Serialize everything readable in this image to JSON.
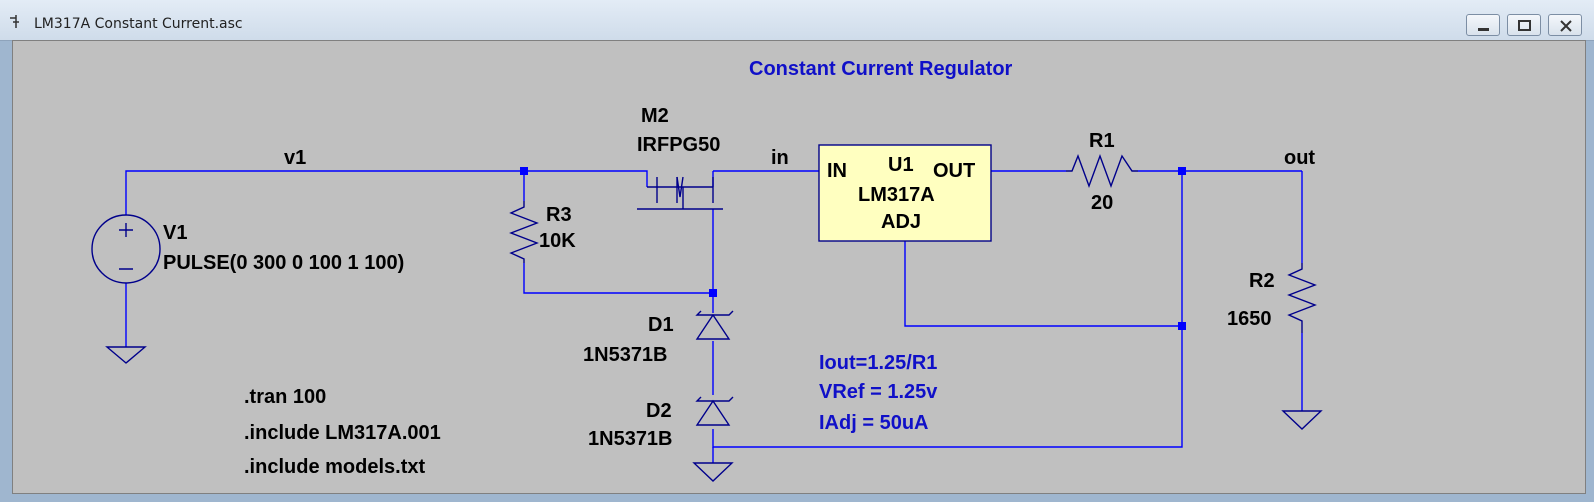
{
  "window": {
    "title": "LM317A Constant Current.asc",
    "buttons": [
      "minimize",
      "maximize",
      "close"
    ]
  },
  "schematic": {
    "title": "Constant Current Regulator",
    "nets": {
      "v1": "v1",
      "in": "in",
      "out": "out"
    },
    "components": {
      "V1": {
        "name": "V1",
        "value": "PULSE(0 300 0 100 1 100)"
      },
      "R3": {
        "name": "R3",
        "value": "10K"
      },
      "M2": {
        "name": "M2",
        "value": "IRFPG50"
      },
      "U1": {
        "name": "U1",
        "value": "LM317A",
        "pin_in": "IN",
        "pin_out": "OUT",
        "pin_adj": "ADJ"
      },
      "R1": {
        "name": "R1",
        "value": "20"
      },
      "R2": {
        "name": "R2",
        "value": "1650"
      },
      "D1": {
        "name": "D1",
        "value": "1N5371B"
      },
      "D2": {
        "name": "D2",
        "value": "1N5371B"
      }
    },
    "notes": [
      "Iout=1.25/R1",
      "VRef = 1.25v",
      "IAdj = 50uA"
    ],
    "directives": [
      ".tran 100",
      ".include LM317A.001",
      ".include models.txt"
    ]
  },
  "colors": {
    "canvas": "#c0c0c0",
    "wire": "#0000ff",
    "component": "#00008b",
    "chip_fill": "#ffffc0",
    "note_text": "#1010c8"
  }
}
